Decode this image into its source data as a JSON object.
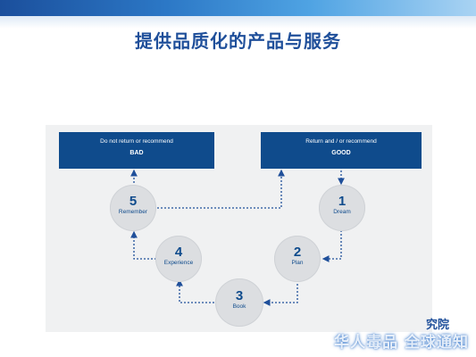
{
  "slide": {
    "title": "提供品质化的产品与服务"
  },
  "outcomes": {
    "bad": {
      "caption": "Do not return or recommend",
      "label": "BAD"
    },
    "good": {
      "caption": "Return and / or recommend",
      "label": "GOOD"
    }
  },
  "stages": [
    {
      "number": "1",
      "label": "Dream"
    },
    {
      "number": "2",
      "label": "Plan"
    },
    {
      "number": "3",
      "label": "Book"
    },
    {
      "number": "4",
      "label": "Experience"
    },
    {
      "number": "5",
      "label": "Remember"
    }
  ],
  "branding": {
    "institute": "究院",
    "watermark": "华人毒品 全球通知"
  },
  "colors": {
    "title": "#1f4f9a",
    "box": "#0f4b8c",
    "panel": "#f0f1f2",
    "circle": "#dcdee1",
    "connector": "#1f4f9a"
  }
}
